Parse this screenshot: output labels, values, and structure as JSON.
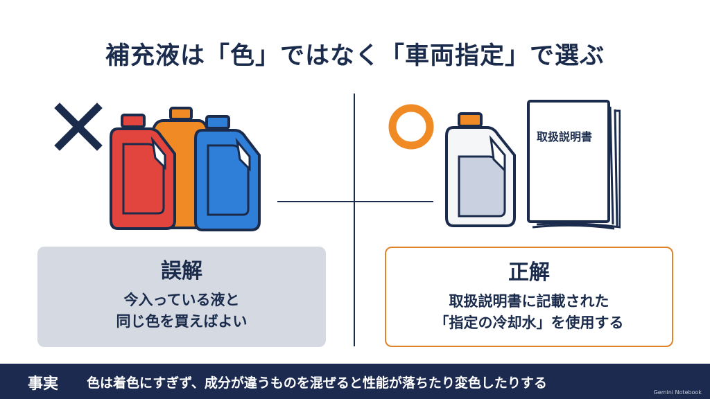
{
  "title": "補充液は「色」ではなく「車両指定」で選ぶ",
  "left": {
    "mark_icon": "cross-mark-icon",
    "heading": "誤解",
    "lines": [
      "今入っている液と",
      "同じ色を買えばよい"
    ]
  },
  "right": {
    "mark_icon": "circle-mark-icon",
    "manual_label": "取扱説明書",
    "heading": "正解",
    "lines": [
      "取扱説明書に記載された",
      "「指定の冷却水」を使用する"
    ]
  },
  "footer": {
    "label": "事実",
    "text": "色は着色にすぎず、成分が違うものを混ぜると性能が落ちたり変色したりする"
  },
  "watermark": "Gemini Notebook",
  "colors": {
    "navy": "#1a2b4c",
    "orange": "#e0822a",
    "red": "#e2453d",
    "blue": "#2f7fd8",
    "gray_box": "#d5d9e1"
  }
}
